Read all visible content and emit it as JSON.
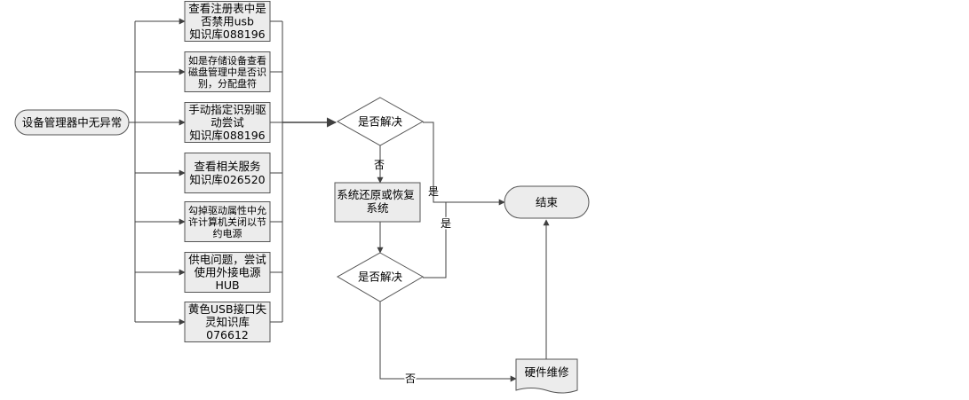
{
  "start": {
    "label": "设备管理器中无异常"
  },
  "steps": [
    {
      "lines": [
        "查看注册表中是",
        "否禁用usb",
        "知识库088196"
      ],
      "font_px": 12.5
    },
    {
      "lines": [
        "如是存储设备查看",
        "磁盘管理中是否识",
        "别，分配盘符"
      ],
      "font_px": 11
    },
    {
      "lines": [
        "手动指定识别驱",
        "动尝试",
        "知识库088196"
      ],
      "font_px": 12.5
    },
    {
      "lines": [
        "查看相关服务",
        "知识库026520"
      ],
      "font_px": 12.5
    },
    {
      "lines": [
        "勾掉驱动属性中允",
        "许计算机关闭以节",
        "约电源"
      ],
      "font_px": 11
    },
    {
      "lines": [
        "供电问题，尝试",
        "使用外接电源",
        "HUB"
      ],
      "font_px": 12.5
    },
    {
      "lines": [
        "黄色USB接口失",
        "灵知识库",
        "076612"
      ],
      "font_px": 12.5
    }
  ],
  "decision1": {
    "label": "是否解决"
  },
  "decision2": {
    "label": "是否解决"
  },
  "restore": {
    "lines": [
      "系统还原或恢复",
      "系统"
    ]
  },
  "end": {
    "label": "结束"
  },
  "repair": {
    "label": "硬件维修"
  },
  "edge_labels": {
    "d1_no": "否",
    "d1_yes": "是",
    "d2_yes": "是",
    "d2_no": "否"
  },
  "colors": {
    "node_fill": "#ececec",
    "node_stroke": "#555555",
    "line": "#404040"
  }
}
